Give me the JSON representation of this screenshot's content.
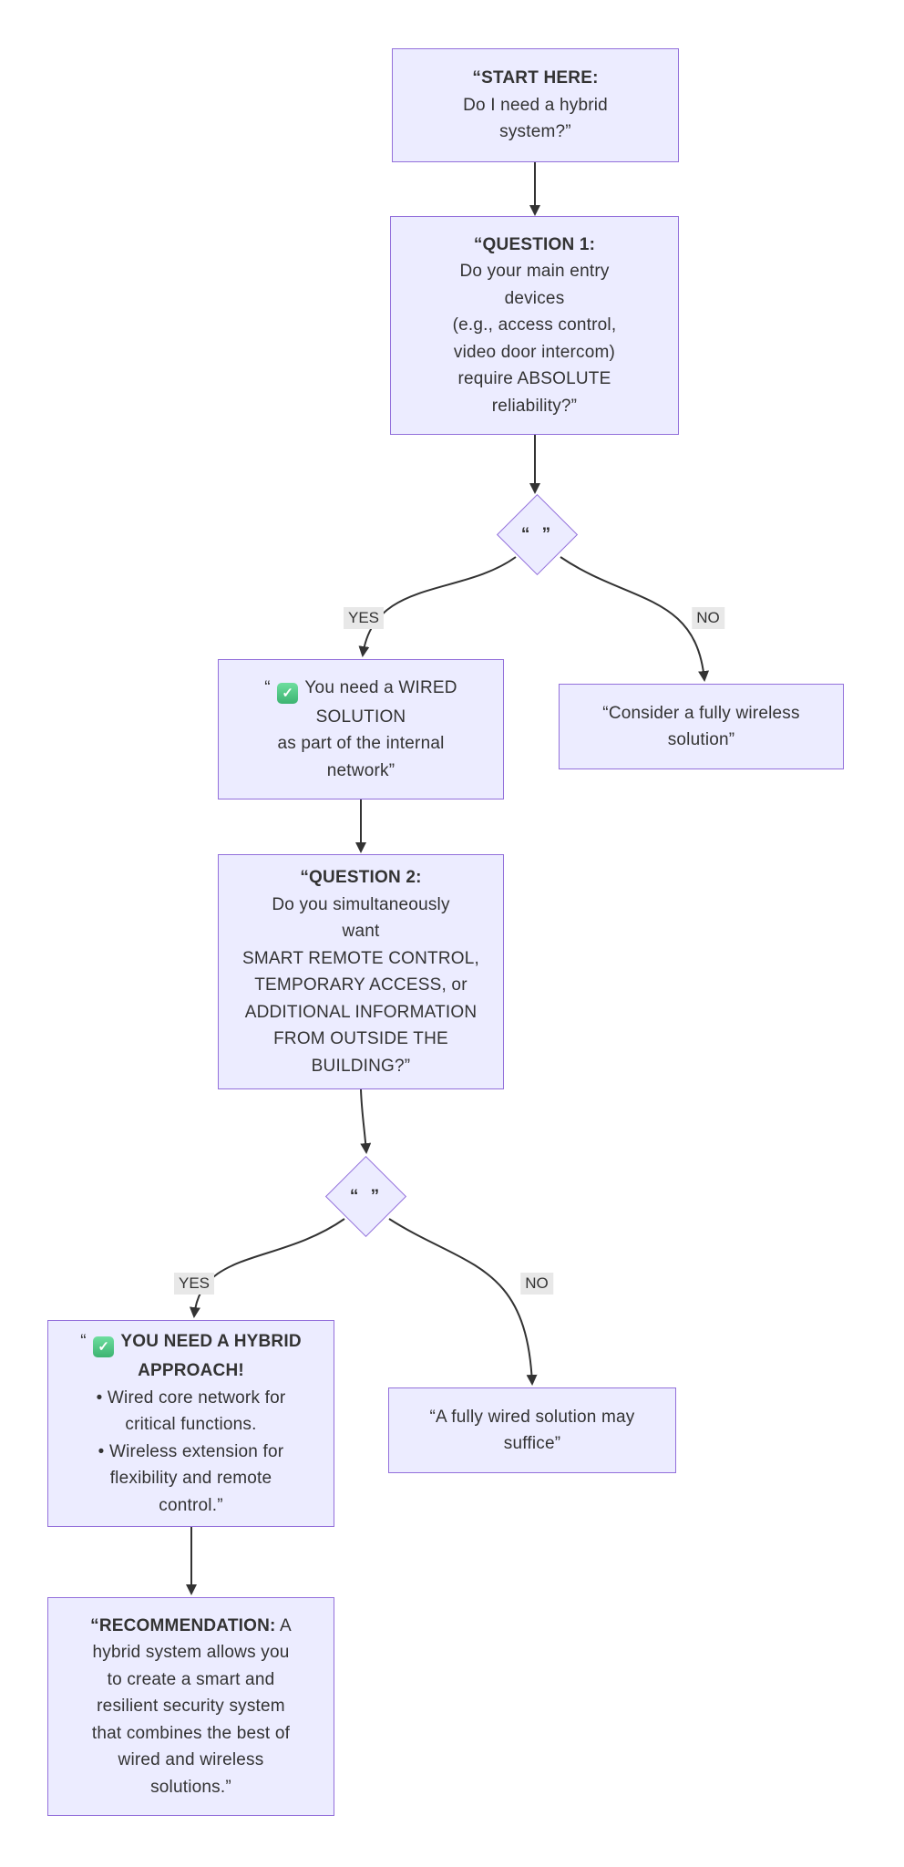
{
  "diagram": {
    "type": "flowchart",
    "colors": {
      "background": "#ffffff",
      "node_fill": "#ECECFF",
      "node_border": "#9370DB",
      "edge_color": "#333333",
      "label_bg": "#e8e8e8",
      "text_color": "#333333",
      "check_green": "#3cb371"
    },
    "decision_label": "“ ”",
    "labels": {
      "yes": "YES",
      "no": "NO"
    },
    "nodes": {
      "start": {
        "lines": [
          [
            {
              "t": "“START HERE:",
              "b": true
            }
          ],
          [
            {
              "t": "Do I need a hybrid"
            }
          ],
          [
            {
              "t": "system?”"
            }
          ]
        ]
      },
      "q1": {
        "lines": [
          [
            {
              "t": "“QUESTION 1:",
              "b": true
            }
          ],
          [
            {
              "t": "Do your main entry"
            }
          ],
          [
            {
              "t": "devices"
            }
          ],
          [
            {
              "t": "(e.g., access control,"
            }
          ],
          [
            {
              "t": "video door intercom)"
            }
          ],
          [
            {
              "t": "require ABSOLUTE"
            }
          ],
          [
            {
              "t": "reliability?”"
            }
          ]
        ]
      },
      "wired": {
        "lines": [
          [
            {
              "t": "“ "
            },
            {
              "icon": "check"
            },
            {
              "t": " You need a WIRED"
            }
          ],
          [
            {
              "t": "SOLUTION"
            }
          ],
          [
            {
              "t": "as part of the internal"
            }
          ],
          [
            {
              "t": "network”"
            }
          ]
        ]
      },
      "wireless": {
        "lines": [
          [
            {
              "t": "“Consider a fully wireless"
            }
          ],
          [
            {
              "t": "solution”"
            }
          ]
        ]
      },
      "q2": {
        "lines": [
          [
            {
              "t": "“QUESTION 2:",
              "b": true
            }
          ],
          [
            {
              "t": "Do you simultaneously"
            }
          ],
          [
            {
              "t": "want"
            }
          ],
          [
            {
              "t": "SMART REMOTE CONTROL,"
            }
          ],
          [
            {
              "t": "TEMPORARY ACCESS, or"
            }
          ],
          [
            {
              "t": "ADDITIONAL INFORMATION"
            }
          ],
          [
            {
              "t": "FROM OUTSIDE THE"
            }
          ],
          [
            {
              "t": "BUILDING?”"
            }
          ]
        ]
      },
      "hybrid": {
        "lines": [
          [
            {
              "t": "“ "
            },
            {
              "icon": "check"
            },
            {
              "t": " YOU NEED A HYBRID",
              "b": true
            }
          ],
          [
            {
              "t": "APPROACH!",
              "b": true
            }
          ],
          [
            {
              "t": "• Wired core network for"
            }
          ],
          [
            {
              "t": "critical functions."
            }
          ],
          [
            {
              "t": "• Wireless extension for"
            }
          ],
          [
            {
              "t": "flexibility and remote"
            }
          ],
          [
            {
              "t": "control.”"
            }
          ]
        ]
      },
      "wired_ok": {
        "lines": [
          [
            {
              "t": "“A fully wired solution may"
            }
          ],
          [
            {
              "t": "suffice”"
            }
          ]
        ]
      },
      "rec": {
        "lines": [
          [
            {
              "t": "“RECOMMENDATION:",
              "b": true
            },
            {
              "t": " A"
            }
          ],
          [
            {
              "t": "hybrid system allows you"
            }
          ],
          [
            {
              "t": "to create a smart and"
            }
          ],
          [
            {
              "t": "resilient security system"
            }
          ],
          [
            {
              "t": "that combines the best of"
            }
          ],
          [
            {
              "t": "wired and wireless"
            }
          ],
          [
            {
              "t": "solutions.”"
            }
          ]
        ]
      }
    }
  }
}
